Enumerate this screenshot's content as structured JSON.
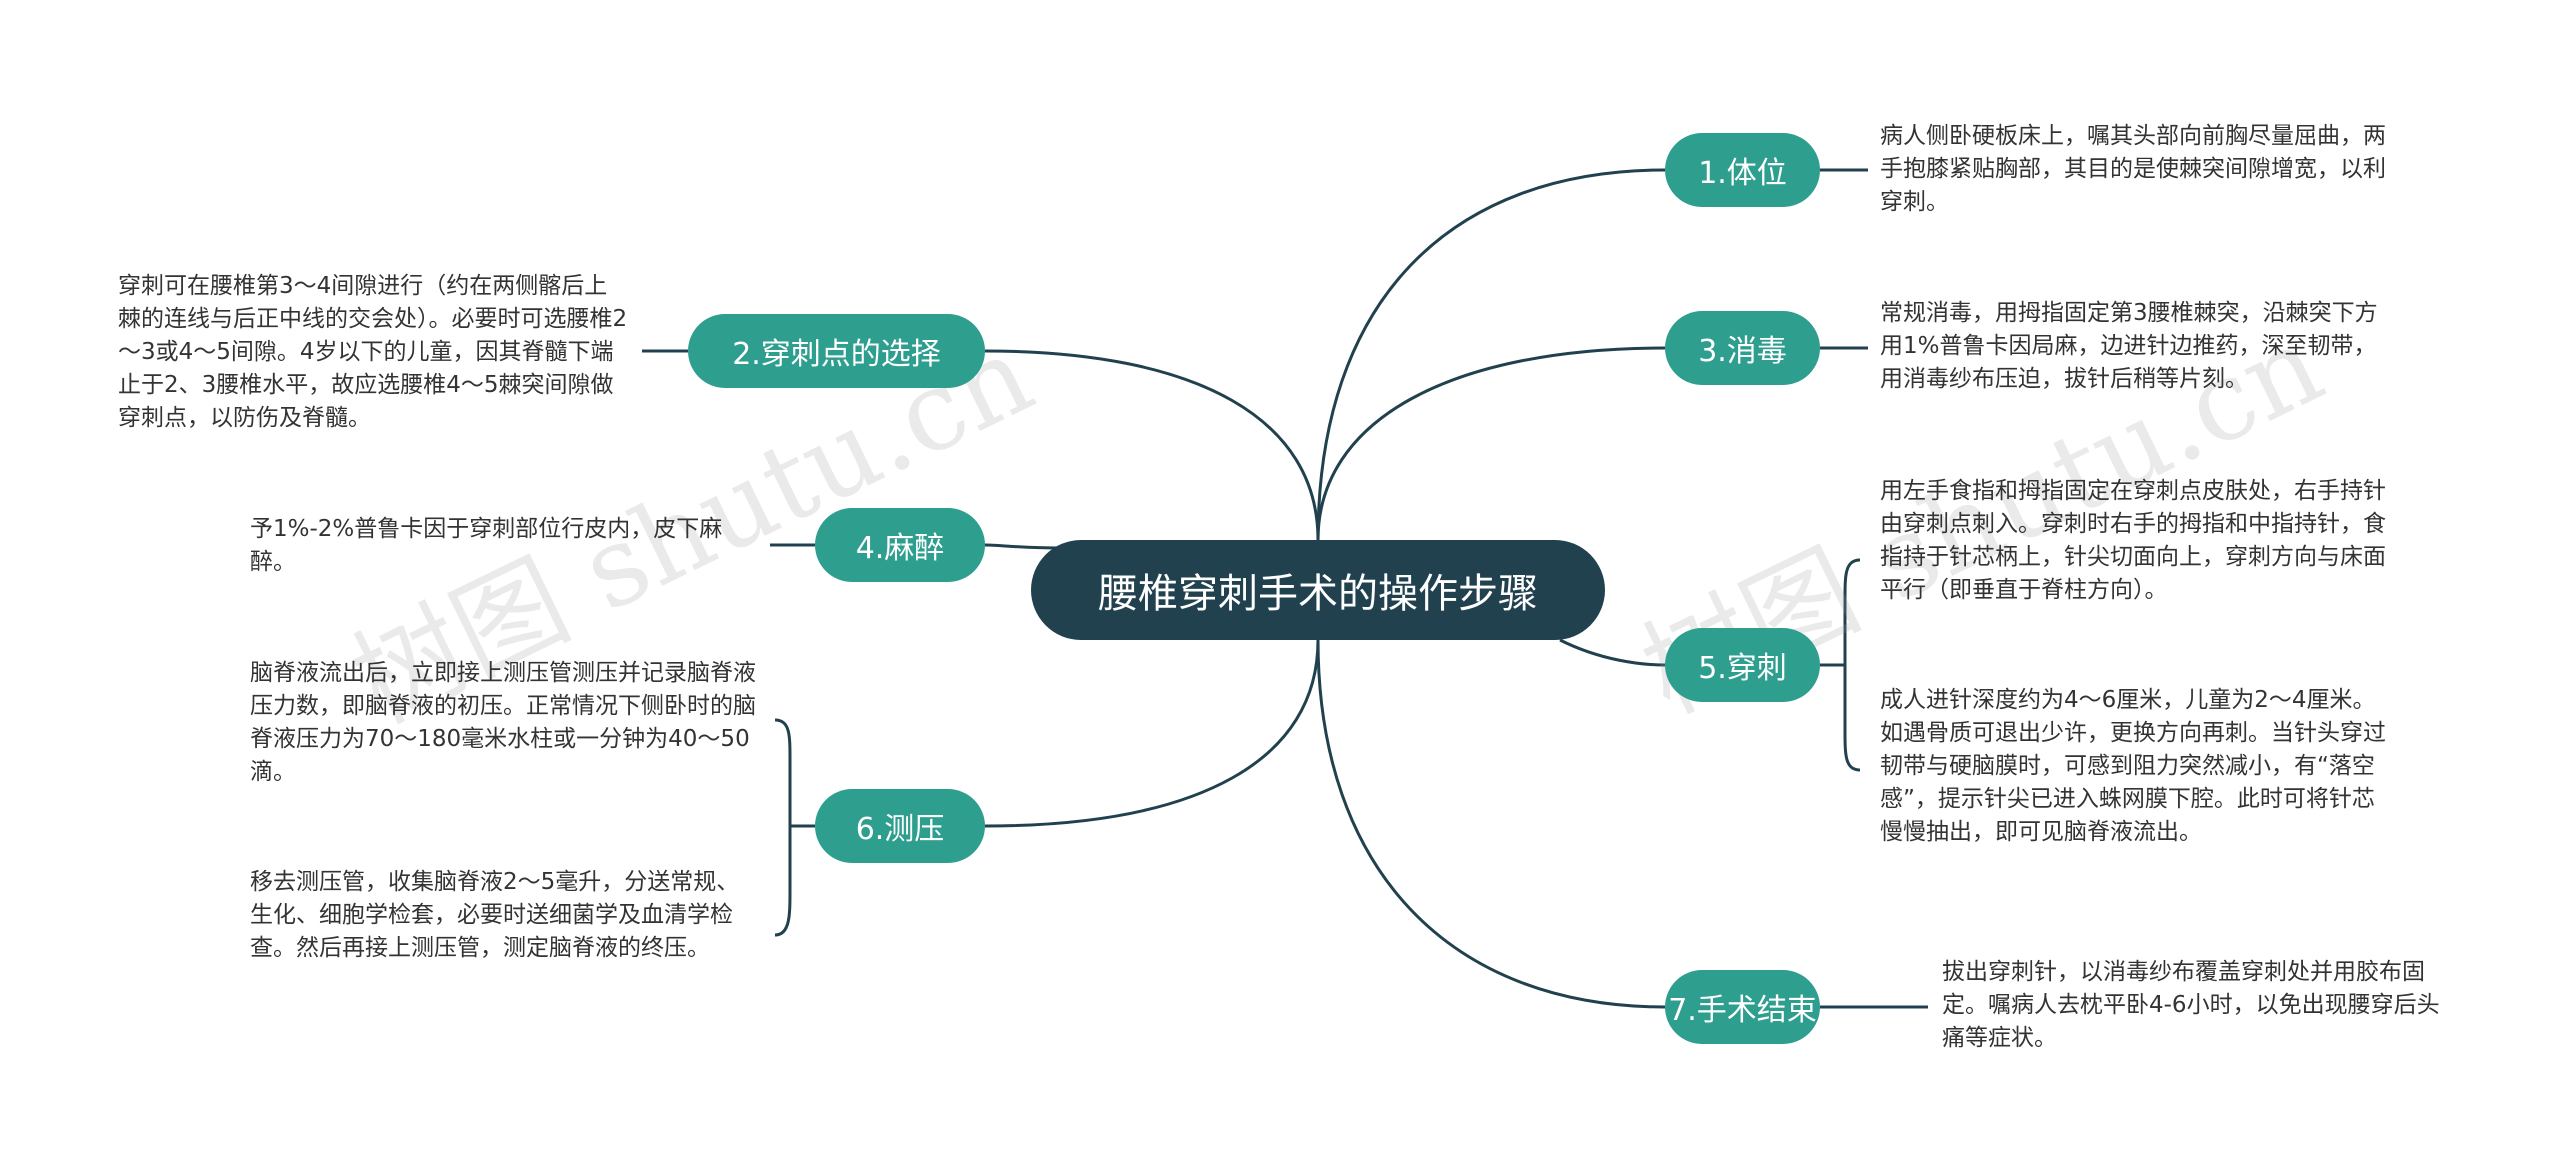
{
  "root": {
    "label": "腰椎穿刺手术的操作步骤"
  },
  "watermark": "树图 shutu.cn",
  "colors": {
    "root": "#21414f",
    "branch": "#2e9e8f",
    "edge": "#21414f",
    "text": "#333333"
  },
  "branches": [
    {
      "id": "b1",
      "label": "1.体位",
      "leaves": [
        "病人侧卧硬板床上，嘱其头部向前胸尽量屈曲，两手抱膝紧贴胸部，其目的是使棘突间隙增宽，以利穿刺。"
      ]
    },
    {
      "id": "b2",
      "label": "2.穿刺点的选择",
      "leaves": [
        "穿刺可在腰椎第3～4间隙进行（约在两侧髂后上棘的连线与后正中线的交会处）。必要时可选腰椎2～3或4～5间隙。4岁以下的儿童，因其脊髓下端止于2、3腰椎水平，故应选腰椎4～5棘突间隙做穿刺点，以防伤及脊髓。"
      ]
    },
    {
      "id": "b3",
      "label": "3.消毒",
      "leaves": [
        "常规消毒，用拇指固定第3腰椎棘突，沿棘突下方用1%普鲁卡因局麻，边进针边推药，深至韧带，用消毒纱布压迫，拔针后稍等片刻。"
      ]
    },
    {
      "id": "b4",
      "label": "4.麻醉",
      "leaves": [
        "予1%-2%普鲁卡因于穿刺部位行皮内，皮下麻醉。"
      ]
    },
    {
      "id": "b5",
      "label": "5.穿刺",
      "leaves": [
        "用左手食指和拇指固定在穿刺点皮肤处，右手持针由穿刺点刺入。穿刺时右手的拇指和中指持针，食指持于针芯柄上，针尖切面向上，穿刺方向与床面平行（即垂直于脊柱方向）。",
        "成人进针深度约为4～6厘米，儿童为2～4厘米。如遇骨质可退出少许，更换方向再刺。当针头穿过韧带与硬脑膜时，可感到阻力突然减小，有“落空感”，提示针尖已进入蛛网膜下腔。此时可将针芯慢慢抽出，即可见脑脊液流出。"
      ]
    },
    {
      "id": "b6",
      "label": "6.测压",
      "leaves": [
        "脑脊液流出后，立即接上测压管测压并记录脑脊液压力数，即脑脊液的初压。正常情况下侧卧时的脑脊液压力为70～180毫米水柱或一分钟为40～50滴。",
        "移去测压管，收集脑脊液2～5毫升，分送常规、生化、细胞学检套，必要时送细菌学及血清学检查。然后再接上测压管，测定脑脊液的终压。"
      ]
    },
    {
      "id": "b7",
      "label": "7.手术结束",
      "leaves": [
        "拔出穿刺针，以消毒纱布覆盖穿刺处并用胶布固定。嘱病人去枕平卧4-6小时，以免出现腰穿后头痛等症状。"
      ]
    }
  ]
}
